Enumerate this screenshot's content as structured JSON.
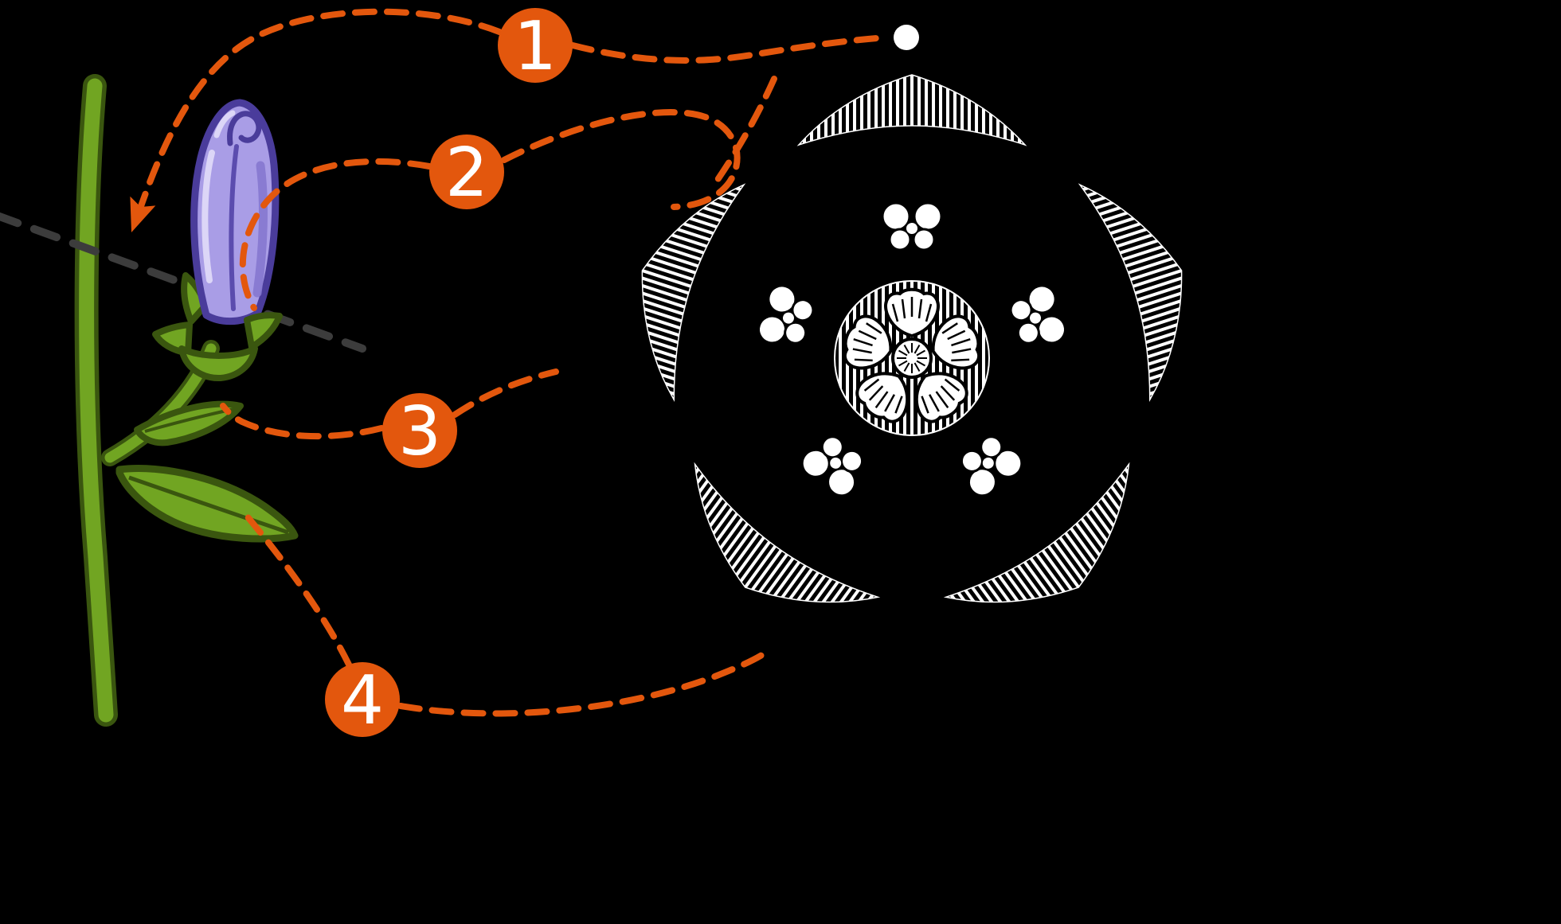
{
  "diagram": {
    "labels": [
      {
        "number": "1"
      },
      {
        "number": "2"
      },
      {
        "number": "3"
      },
      {
        "number": "4"
      }
    ]
  },
  "colors": {
    "background": "#000000",
    "accent": "#e3570d",
    "label_text": "#ffffff",
    "stem_green": "#71a522",
    "green_outline": "#3a560f",
    "bud_purple": "#a99de6",
    "purple_outline": "#4a3c9b",
    "diagram_white": "#ffffff",
    "section_line": "#3c3c3c"
  }
}
